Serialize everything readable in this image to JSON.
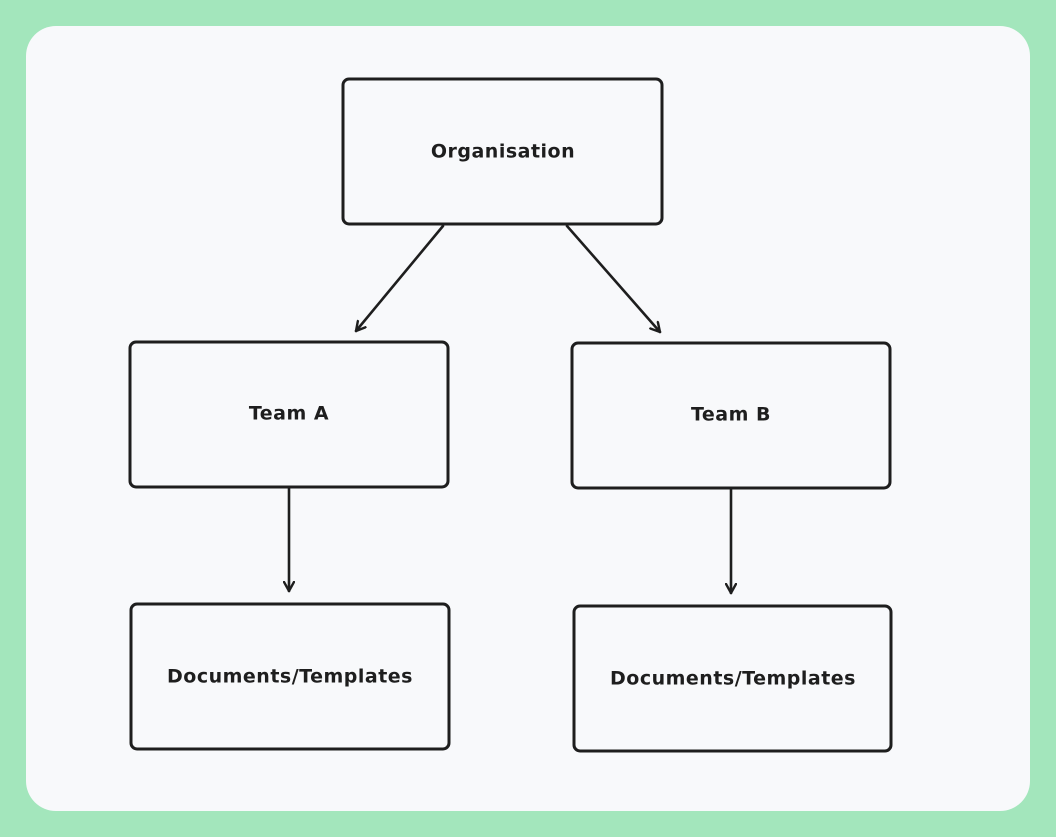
{
  "diagram": {
    "nodes": {
      "organisation": "Organisation",
      "team_a": "Team A",
      "team_b": "Team B",
      "docs_a": "Documents/Templates",
      "docs_b": "Documents/Templates"
    },
    "edges": [
      {
        "from": "organisation",
        "to": "team_a"
      },
      {
        "from": "organisation",
        "to": "team_b"
      },
      {
        "from": "team_a",
        "to": "docs_a"
      },
      {
        "from": "team_b",
        "to": "docs_b"
      }
    ],
    "colors": {
      "background": "#a3e6bc",
      "canvas": "#f8f9fb",
      "stroke": "#1e1e1e"
    }
  }
}
